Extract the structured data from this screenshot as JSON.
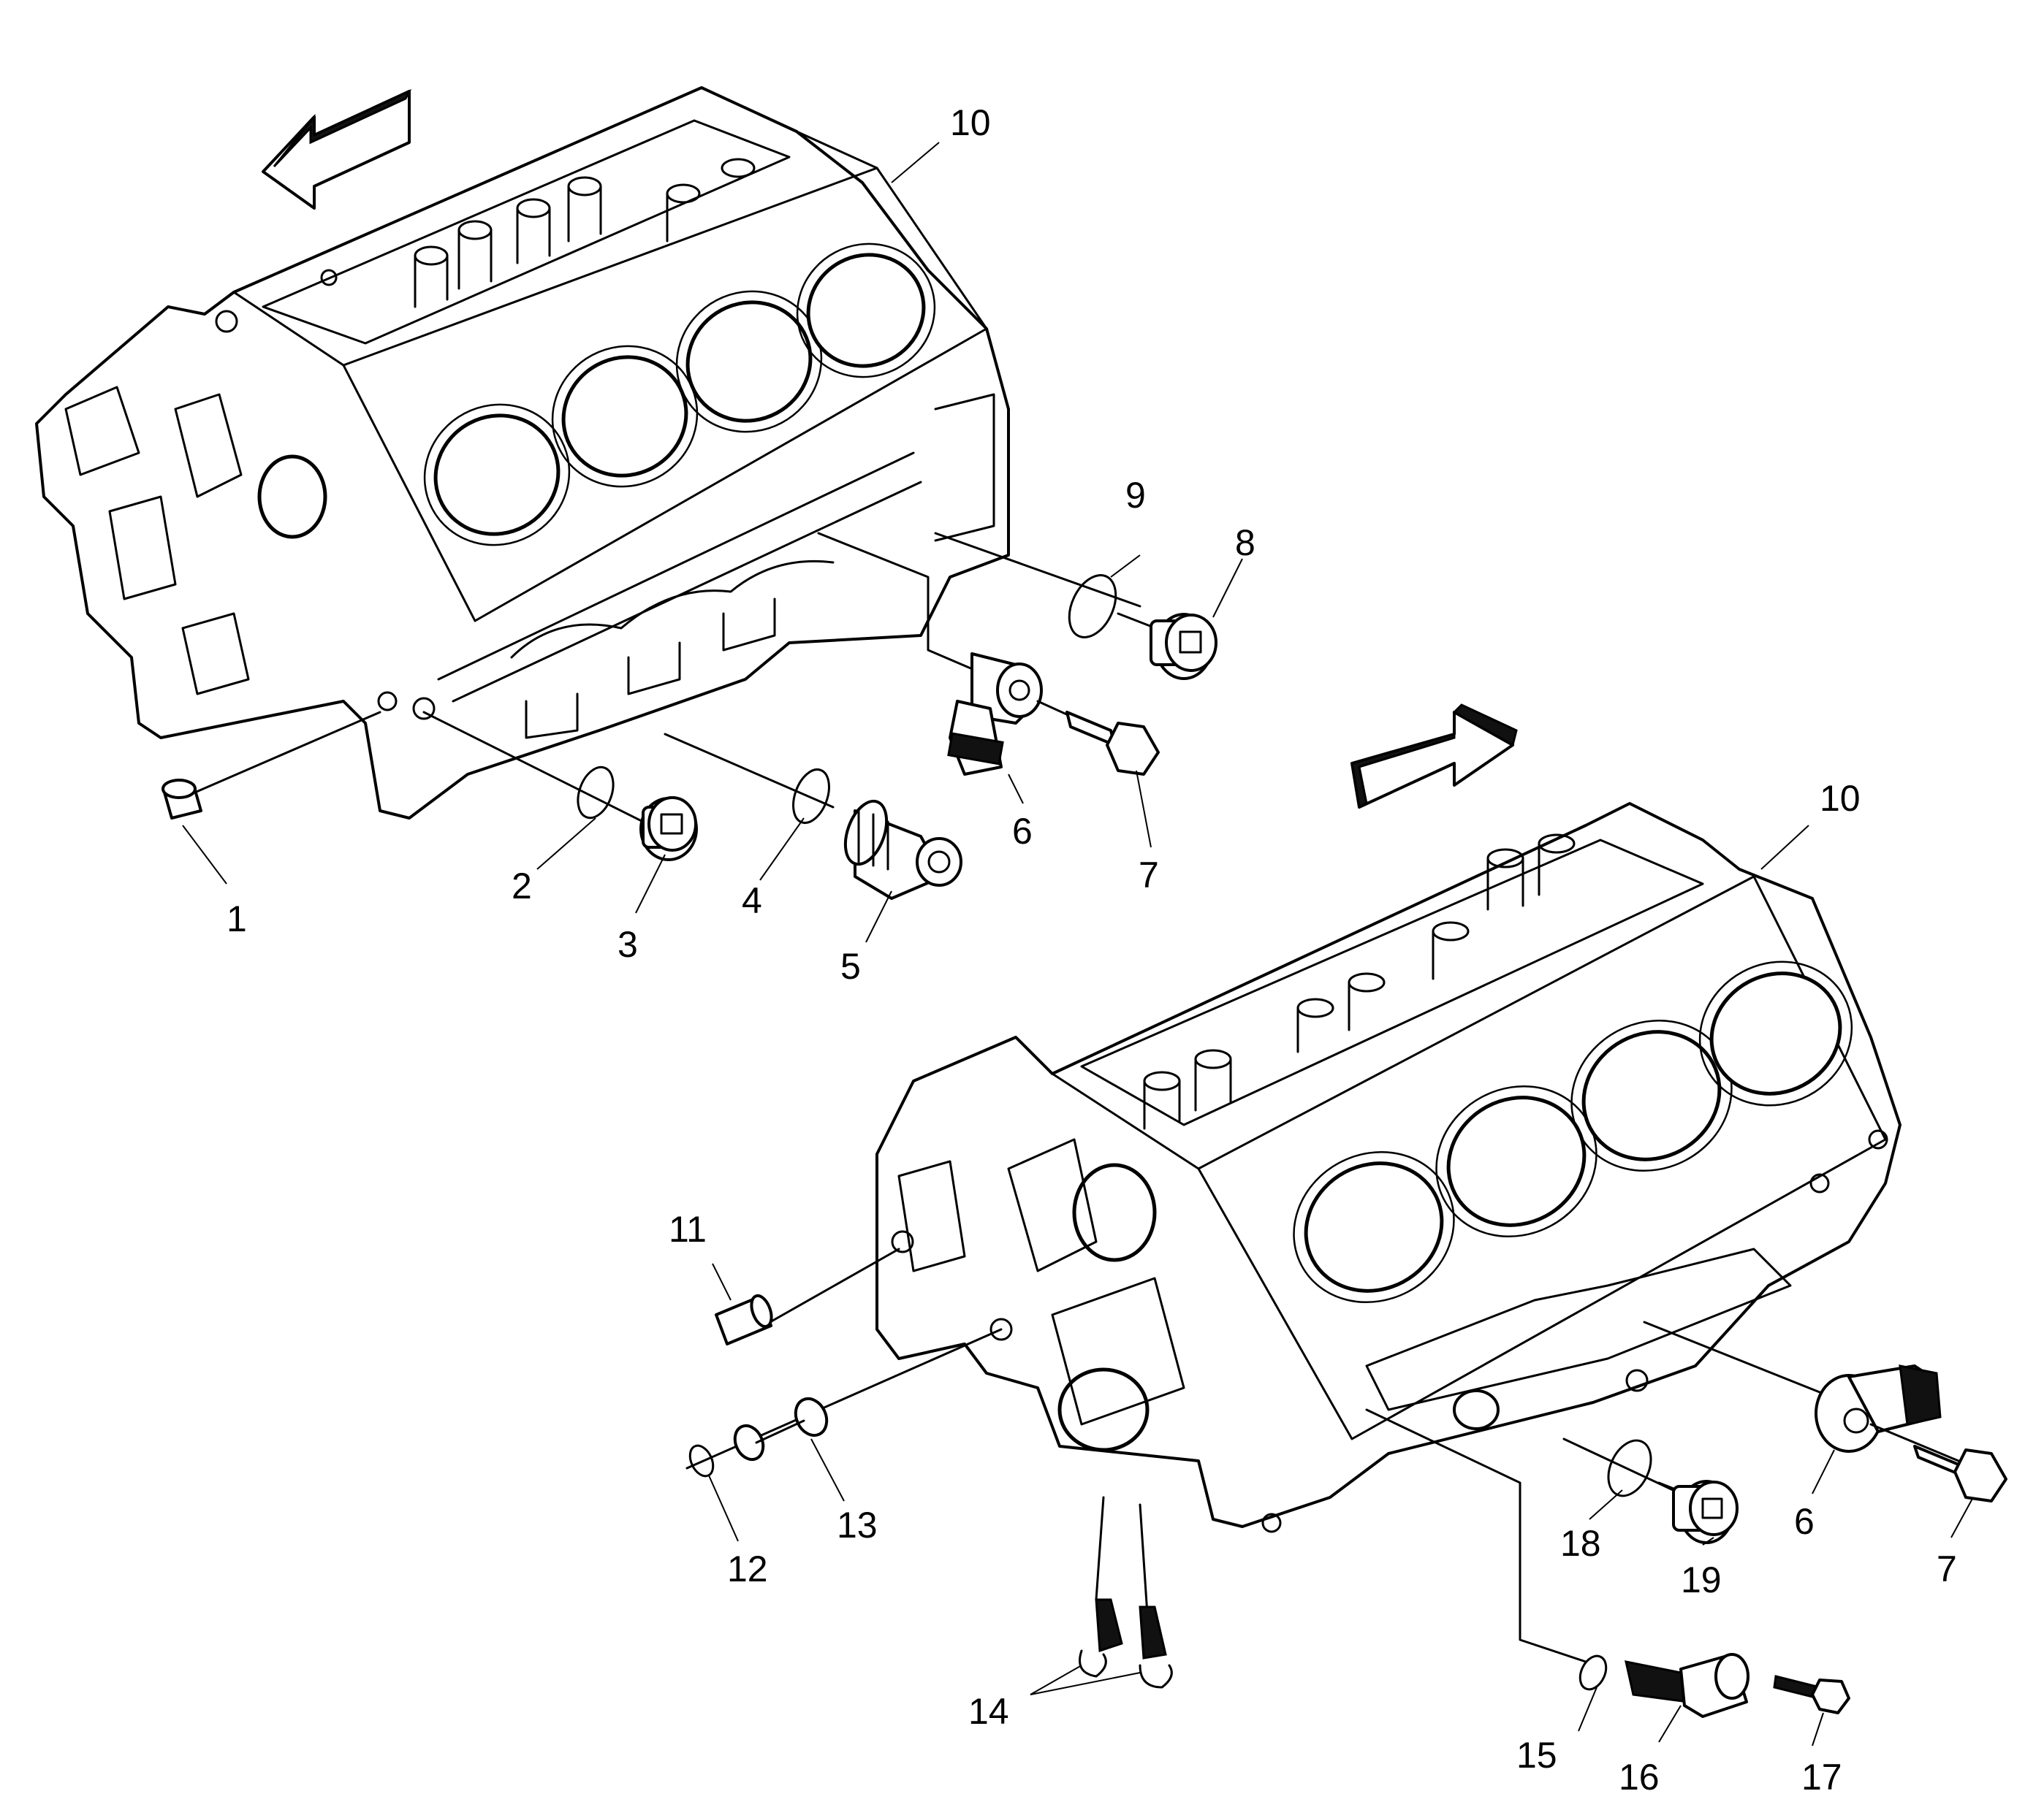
{
  "diagram": {
    "callouts": {
      "c1": "1",
      "c2": "2",
      "c3": "3",
      "c4": "4",
      "c5": "5",
      "c6a": "6",
      "c7a": "7",
      "c8": "8",
      "c9": "9",
      "c10a": "10",
      "c10b": "10",
      "c11": "11",
      "c12": "12",
      "c13": "13",
      "c14": "14",
      "c15": "15",
      "c16": "16",
      "c17": "17",
      "c18": "18",
      "c19": "19",
      "c6b": "6",
      "c7b": "7"
    }
  }
}
